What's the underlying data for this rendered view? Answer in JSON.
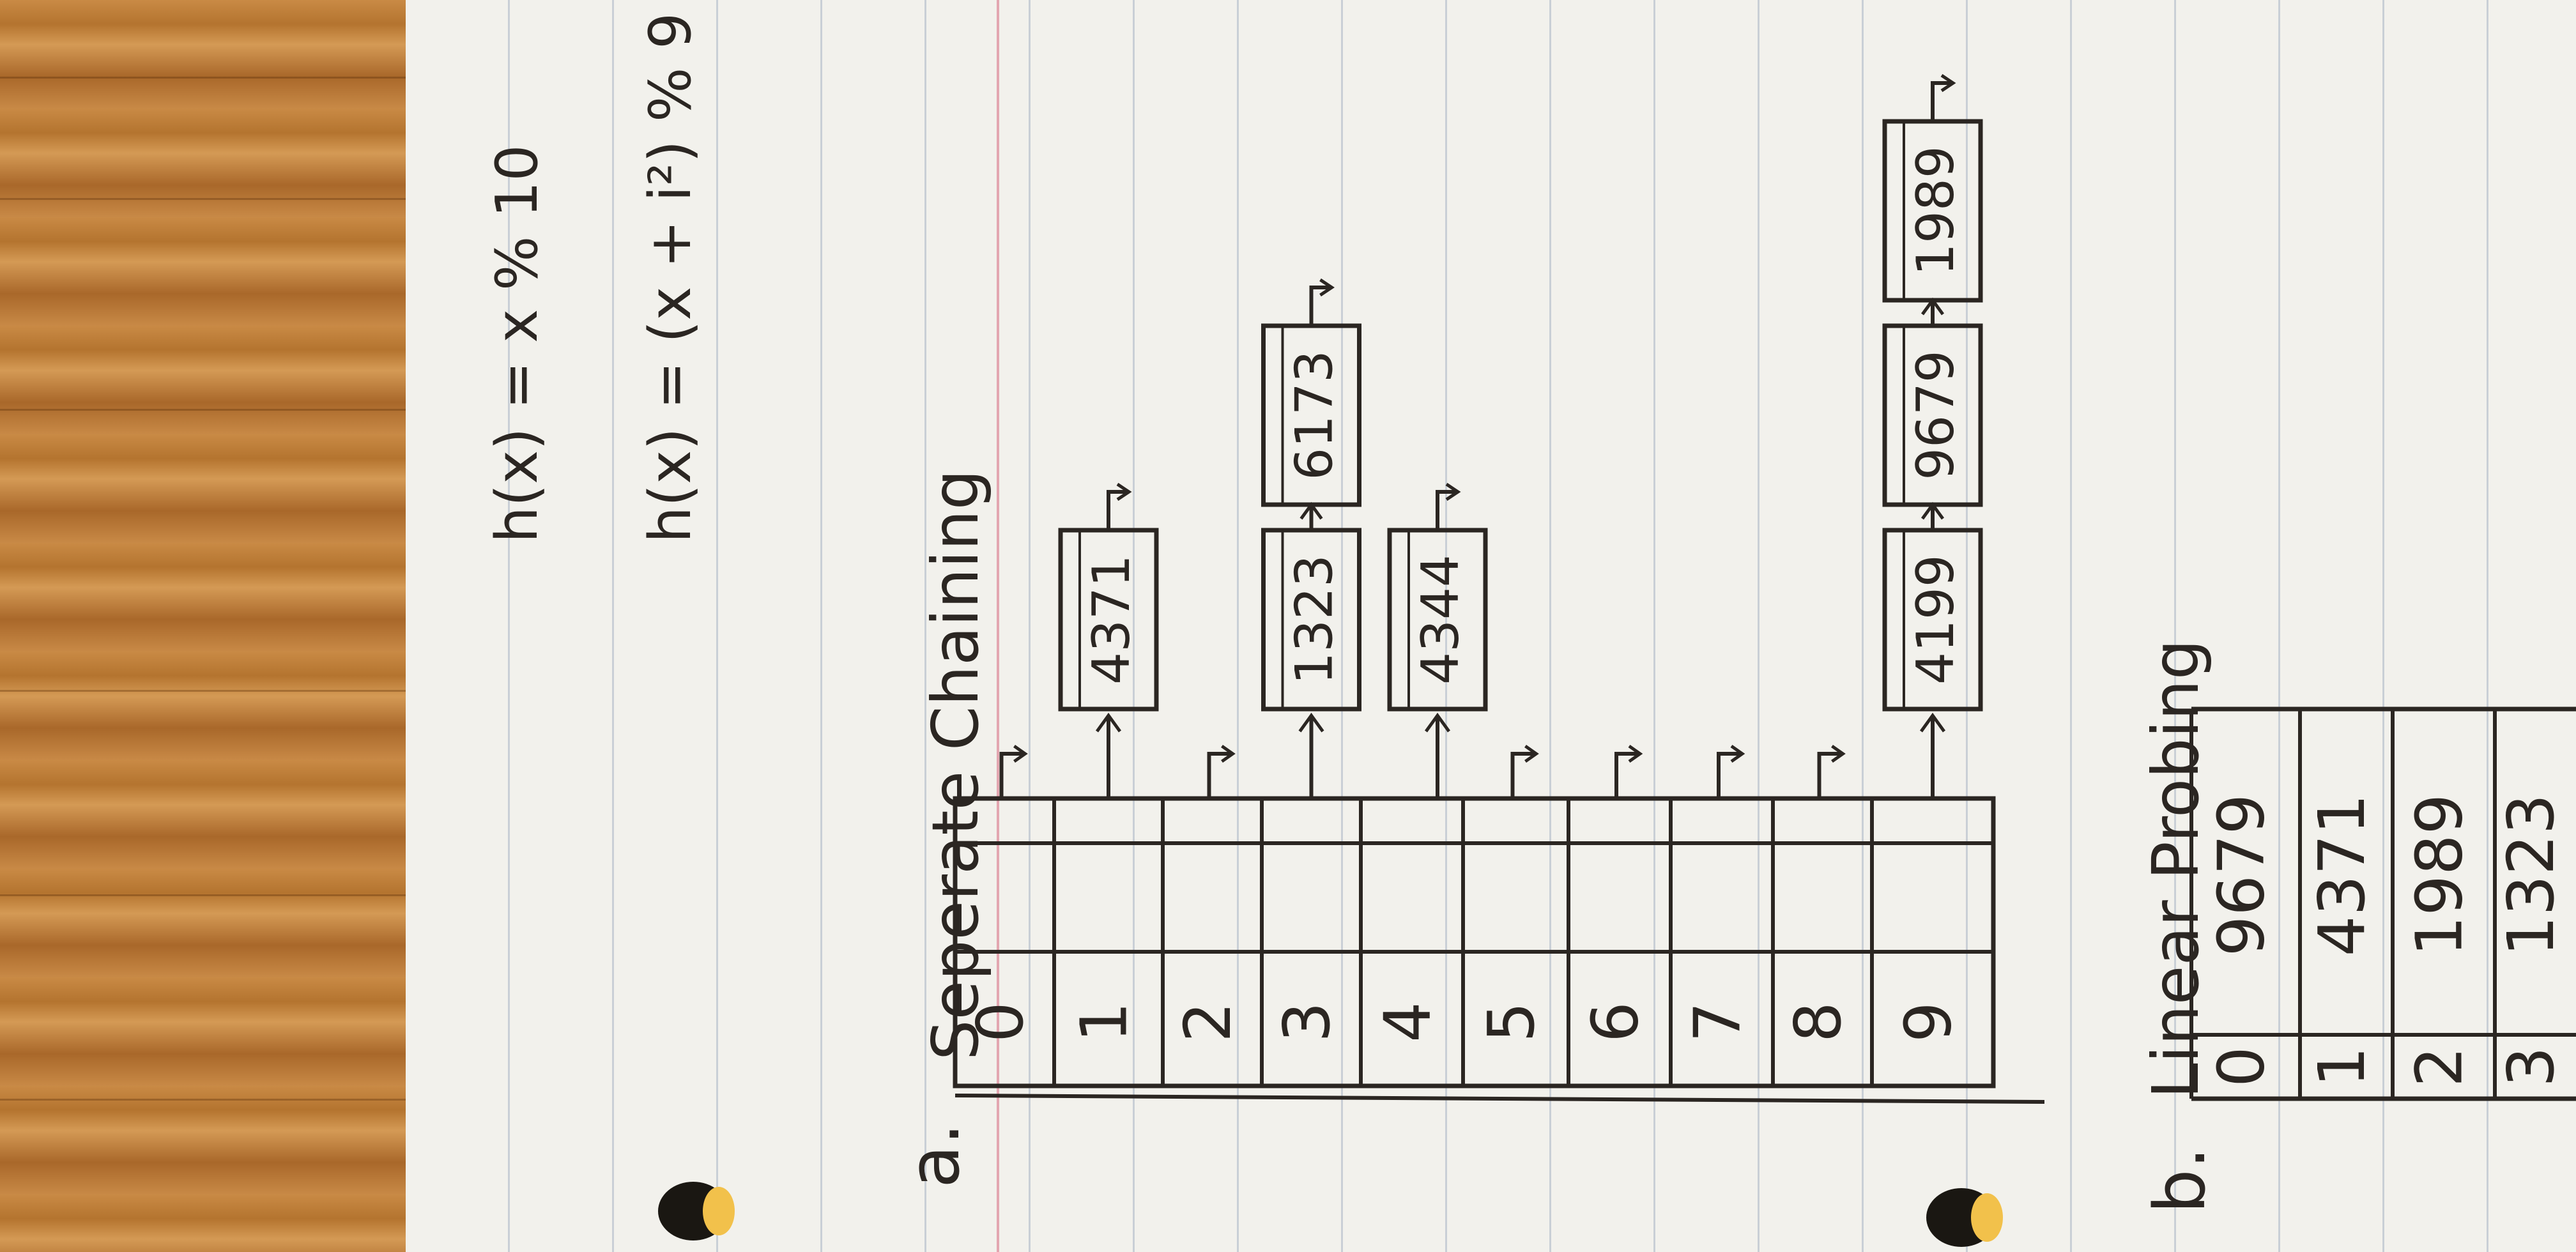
{
  "hash_functions": {
    "h1": "h(x) = x % 10",
    "h2": "h(x) = (x + i²) % 9"
  },
  "part_a": {
    "label": "a.",
    "title": "Seperate Chaining",
    "indices": [
      "0",
      "1",
      "2",
      "3",
      "4",
      "5",
      "6",
      "7",
      "8",
      "9"
    ],
    "chains": [
      {
        "index": "1",
        "values": [
          "4371"
        ]
      },
      {
        "index": "3",
        "values": [
          "1323",
          "6173"
        ]
      },
      {
        "index": "4",
        "values": [
          "4344"
        ]
      },
      {
        "index": "9",
        "values": [
          "4199",
          "9679",
          "1989"
        ]
      }
    ]
  },
  "part_b": {
    "label": "b.",
    "title": "Linear Probing",
    "rows": [
      {
        "index": "0",
        "value": "9679"
      },
      {
        "index": "1",
        "value": "4371"
      },
      {
        "index": "2",
        "value": "1989"
      },
      {
        "index": "3",
        "value": "1323"
      }
    ]
  },
  "colors": {
    "ink": "#2b2622",
    "paper": "#f2f1ec",
    "wood": "#b97a3b",
    "margin": "#e3a6b0"
  }
}
